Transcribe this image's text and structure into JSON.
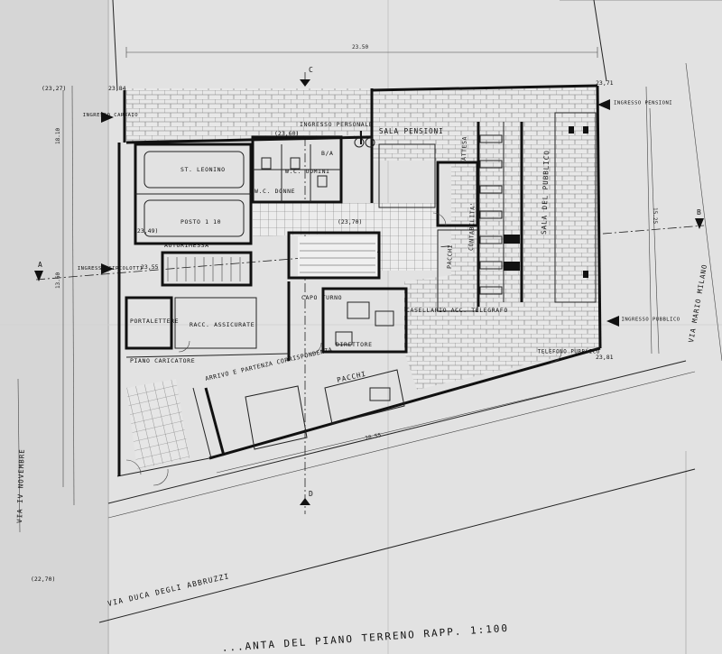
{
  "drawing": {
    "title": "...ANTA DEL PIANO TERRENO   RAPP. 1:100",
    "dimension_top": "23.50",
    "dimension_bottom": "28.55",
    "dimension_right": "15.25",
    "dimension_left_a": "13.60",
    "dimension_left_b": "18.10",
    "section_a": "A",
    "section_b": "B",
    "section_c": "C",
    "section_d": "D"
  },
  "streets": {
    "left": "VIA IV NOVEMBRE",
    "right": "VIA MARIO MILANO",
    "bottom": "VIA DUCA DEGLI ABBRUZZI"
  },
  "levels": {
    "l1": "(23,27)",
    "l2": "23,84",
    "l3": "23,71",
    "l4": "(23,60)",
    "l5": "(23,70)",
    "l6": "(23,49)",
    "l7": "23,55",
    "l8": "23,81",
    "l9": "(22,70)"
  },
  "entrances": {
    "carraio": "INGRESSO CARRAIO",
    "pensioni": "INGRESSO PENSIONI",
    "circolotti": "INGRESSO CIRCOLOTTI",
    "pubblico": "INGRESSO PUBBLICO",
    "personale": "INGRESSO PERSONALE"
  },
  "rooms": {
    "sala_pensioni": "SALA PENSIONI",
    "sala_pubblico": "SALA DEL PUBBLICO",
    "attesa": "ATTESA",
    "contabilita": "CONTABILITA'",
    "pacchi_upper": "PACCHI",
    "casellario": "CASELLARIO ACC. TELEGRAFO",
    "telefono": "TELEFONO PUBBLICO",
    "capo_turno": "CAPO TURNO",
    "direttore": "DIRETTORE",
    "pacchi": "PACCHI",
    "arrivo": "ARRIVO E PARTENZA CORRISPONDENZA",
    "portalettere": "PORTALETTERE",
    "racc": "RACC. ASSICURATE",
    "piano": "PIANO CARICATORE",
    "autorimessa": "AUTORIMESSA",
    "furgone1": "ST. LEONINO",
    "furgone2": "POSTO 1 10",
    "wc_uomini": "W.C. UOMINI",
    "wc_donne": "W.C. DONNE",
    "bidelle": "B/A"
  }
}
